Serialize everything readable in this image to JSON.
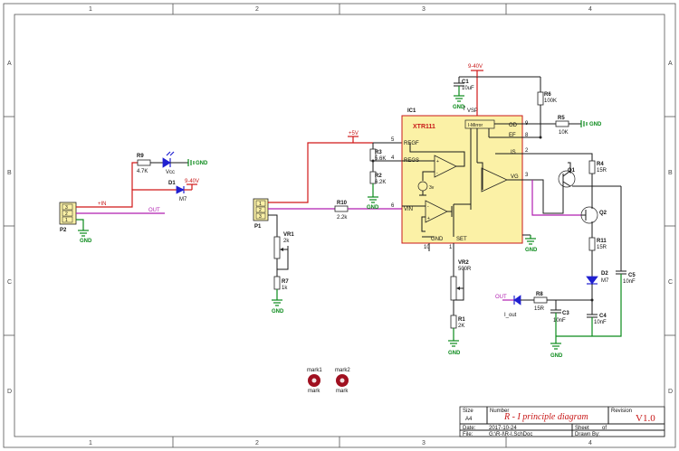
{
  "title_block": {
    "size_label": "Size",
    "size_value": "A4",
    "number_label": "Number",
    "title": "R - I principle diagram",
    "revision_label": "Revision",
    "revision_value": "V1.0",
    "date_label": "Date:",
    "date_value": "2017-10-24",
    "sheet_label": "Sheet",
    "of_label": "of",
    "file_label": "File:",
    "file_value": "G:\\R-I\\R-I.SchDoc",
    "drawn_label": "Drawn By:"
  },
  "zones": {
    "cols": [
      "1",
      "2",
      "3",
      "4"
    ],
    "rows": [
      "A",
      "B",
      "C",
      "D"
    ]
  },
  "ic": {
    "designator": "IC1",
    "part": "XTR111",
    "pins": {
      "regf": "REGF",
      "regs": "REGS",
      "vin": "VIN",
      "gnd": "GND",
      "set": "SET",
      "vsp": "VSP",
      "od": "OD",
      "ef": "EF",
      "is": "IS",
      "vg": "VG",
      "mirror": "I-Mirror",
      "v3": "3v"
    },
    "pin_numbers": {
      "regf": "5",
      "regs": "4",
      "vin": "6",
      "gnd": "10",
      "set": "1",
      "vsp": "7",
      "od": "9",
      "ef": "8",
      "is": "2",
      "vg": "3"
    }
  },
  "nets": {
    "plus5v": "+5V",
    "v940": "9-40V",
    "gnd": "GND",
    "in": "+IN",
    "out": "OUT",
    "vcc": "Vcc"
  },
  "components": {
    "r9": {
      "ref": "R9",
      "val": "4.7K"
    },
    "r3": {
      "ref": "R3",
      "val": "5.6K"
    },
    "r2": {
      "ref": "R2",
      "val": "6.2K"
    },
    "r10": {
      "ref": "R10",
      "val": "2.2k"
    },
    "r6": {
      "ref": "R6",
      "val": "100K"
    },
    "r5": {
      "ref": "R5",
      "val": "10K"
    },
    "r4": {
      "ref": "R4",
      "val": "15R"
    },
    "r11": {
      "ref": "R11",
      "val": "15R"
    },
    "r8": {
      "ref": "R8",
      "val": "15R"
    },
    "r7": {
      "ref": "R7",
      "val": "1k"
    },
    "r1": {
      "ref": "R1",
      "val": "2K"
    },
    "vr1": {
      "ref": "VR1",
      "val": "2k"
    },
    "vr2": {
      "ref": "VR2",
      "val": "500R"
    },
    "c1": {
      "ref": "C1",
      "val": "10uF"
    },
    "c3": {
      "ref": "C3",
      "val": "10nF"
    },
    "c4": {
      "ref": "C4",
      "val": "10nF"
    },
    "c5": {
      "ref": "C5",
      "val": "10nF"
    },
    "d1": {
      "ref": "D1",
      "val": "M7"
    },
    "d2": {
      "ref": "D2",
      "val": "M7"
    },
    "q1": {
      "ref": "Q1"
    },
    "q2": {
      "ref": "Q2"
    },
    "p1": {
      "ref": "P1"
    },
    "p2": {
      "ref": "P2"
    },
    "iout": {
      "val": "I_out"
    },
    "mark1": {
      "ref": "mark1",
      "val": "mark"
    },
    "mark2": {
      "ref": "mark2",
      "val": "mark"
    }
  },
  "connector_pins": [
    "1",
    "2",
    "3"
  ],
  "colors": {
    "ic_fill": "#fbf1a6",
    "ic_border": "#c81818",
    "power": "#d01818",
    "signal": "#b01fb0",
    "ground": "#0a8a1a",
    "led": "#2020d0",
    "mark": "#a01020"
  }
}
